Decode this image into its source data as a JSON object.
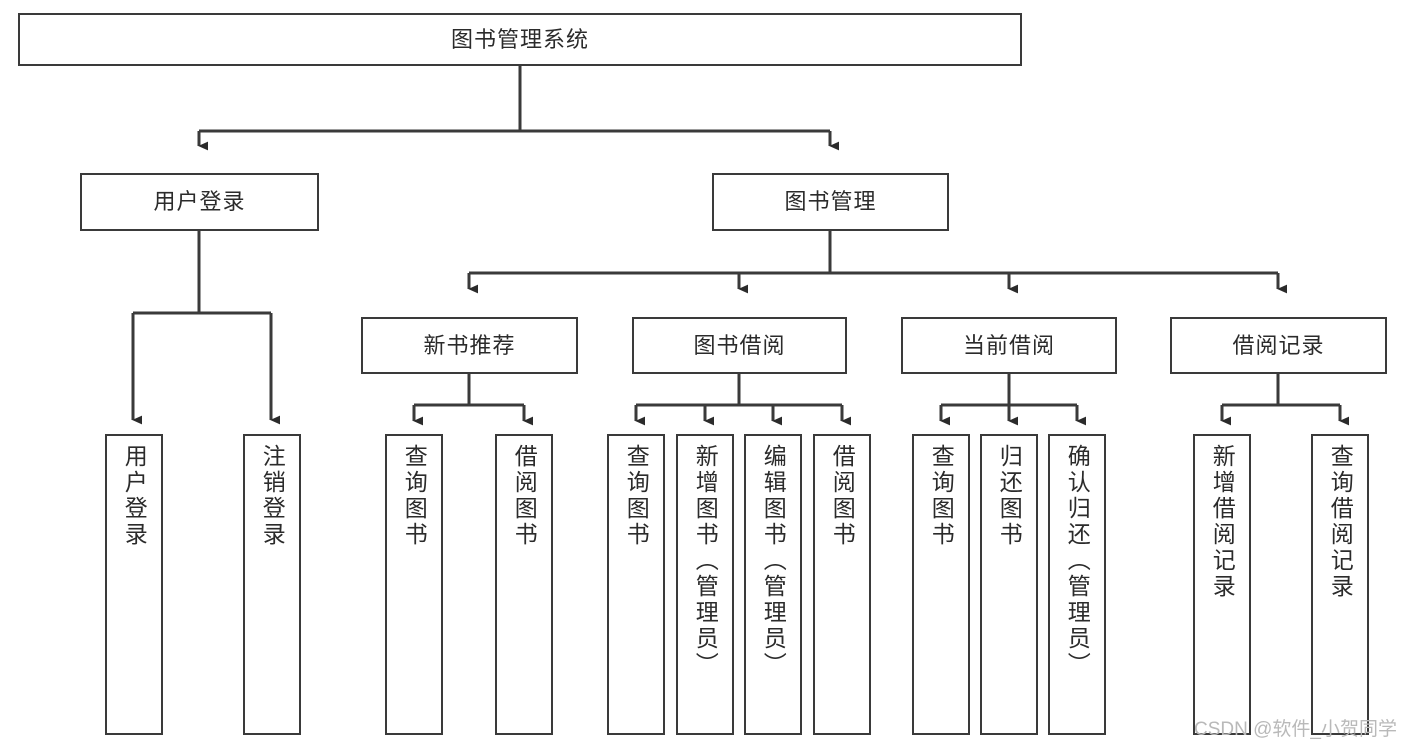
{
  "diagram": {
    "type": "tree",
    "title": "图书管理系统",
    "orientation": "top-down",
    "background_color": "#ffffff",
    "line_color": "#3a3a3a",
    "text_color": "#2b2b2b",
    "nodes": {
      "root": {
        "label": "图书管理系统"
      },
      "level2": [
        {
          "label": "用户登录"
        },
        {
          "label": "图书管理"
        }
      ],
      "level3": [
        {
          "label": "新书推荐"
        },
        {
          "label": "图书借阅"
        },
        {
          "label": "当前借阅"
        },
        {
          "label": "借阅记录"
        }
      ],
      "leaves": {
        "user_login": [
          {
            "label": "用户登录"
          },
          {
            "label": "注销登录"
          }
        ],
        "new_book_recommend": [
          {
            "label": "查询图书"
          },
          {
            "label": "借阅图书"
          }
        ],
        "book_borrow": [
          {
            "label": "查询图书"
          },
          {
            "label": "新增图书（管理员）"
          },
          {
            "label": "编辑图书（管理员）"
          },
          {
            "label": "借阅图书"
          }
        ],
        "current_borrow": [
          {
            "label": "查询图书"
          },
          {
            "label": "归还图书"
          },
          {
            "label": "确认归还（管理员）"
          }
        ],
        "borrow_record": [
          {
            "label": "新增借阅记录"
          },
          {
            "label": "查询借阅记录"
          }
        ]
      }
    },
    "watermark": "CSDN @软件_小贺同学"
  }
}
